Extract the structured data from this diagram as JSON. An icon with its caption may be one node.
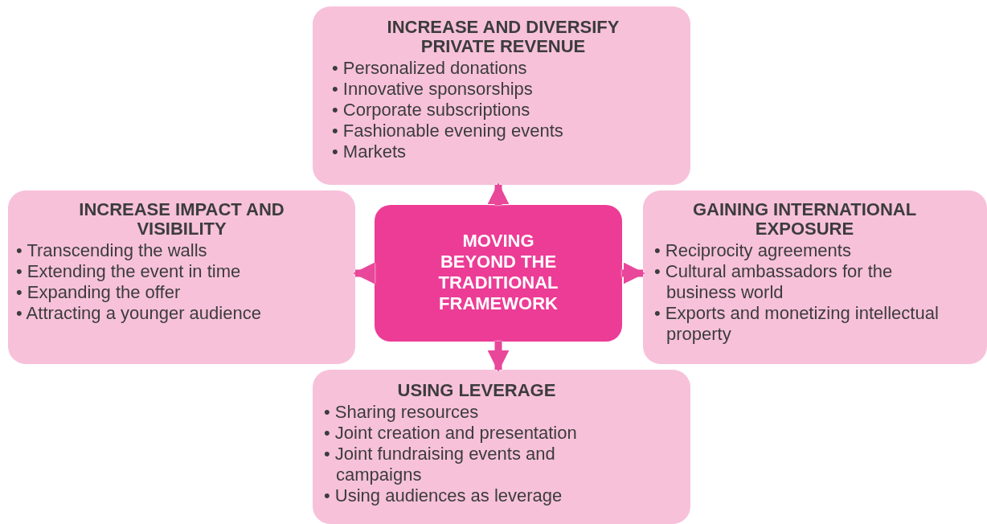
{
  "diagram": {
    "nodes": [
      {
        "text": [
          "INCREASE AND DIVERSIFY PRIVATE REVENUE",
          "• Personalized donations",
          "• Innovative sponsorships",
          "• Corporate subscriptions",
          "• Fashionable evening events",
          "• Markets"
        ]
      },
      {
        "text": [
          "INCREASE IMPACT AND VISIBILITY",
          "• Transcending the walls",
          "• Extending the event in time",
          "• Expanding the offer",
          "• Attracting a younger audience"
        ]
      },
      {
        "text": [
          "MOVING BEYOND THE TRADITIONAL FRAMEWORK"
        ]
      },
      {
        "text": [
          "GAINING INTERNATIONAL EXPOSURE",
          "• Reciprocity agreements",
          "• Cultural ambassadors for the business world",
          "• Exports and monetizing intellectual property"
        ]
      },
      {
        "text": [
          "USING LEVERAGE",
          "• Sharing resources",
          "• Joint creation and presentation",
          "• Joint fundraising events and campaigns",
          "• Using audiences as leverage"
        ]
      }
    ],
    "edges": [
      {
        "from": 2,
        "to": 0,
        "arrow": "to"
      },
      {
        "from": 2,
        "to": 1,
        "arrow": "to"
      },
      {
        "from": 2,
        "to": 3,
        "arrow": "to"
      },
      {
        "from": 2,
        "to": 4,
        "arrow": "to"
      }
    ]
  }
}
